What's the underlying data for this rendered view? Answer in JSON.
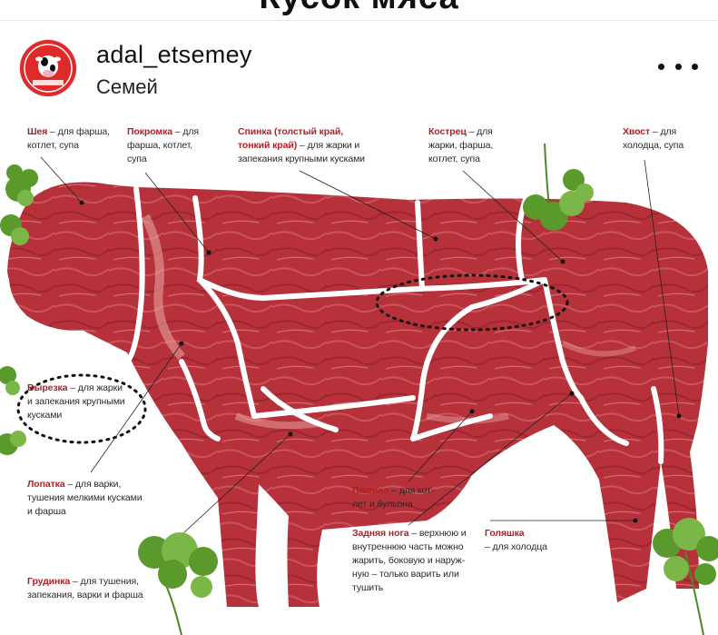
{
  "top_bar": {
    "cut_text": "Кусок мяса"
  },
  "post": {
    "username": "adal_etsemey",
    "location": "Семей",
    "avatar_icon": "cow-logo-icon",
    "more_icon": "more-dots-icon"
  },
  "diagram": {
    "colors": {
      "meat": "#b6313a",
      "meat_dark": "#8e1f28",
      "fat": "#e9a9a8",
      "parsley": "#5a9a2c",
      "label_red": "#b22025"
    },
    "labels": {
      "neck": {
        "name": "Шея",
        "sep": " – ",
        "line1": "для фарша,",
        "line2": "котлет, супа"
      },
      "edge": {
        "name": "Покромка",
        "sep": " – ",
        "line1": "для",
        "line2": "фарша, котлет,",
        "line3": "супа"
      },
      "loin": {
        "name": "Спинка (толстый край,",
        "name2": "тонкий край)",
        "sep": " – ",
        "line1": "для жарки и",
        "line2": "запекания крупными кусками"
      },
      "rump": {
        "name": "Кострец",
        "sep": " – ",
        "line1": "для",
        "line2": "жарки, фарша,",
        "line3": "котлет, супа"
      },
      "tail": {
        "name": "Хвост",
        "sep": " – ",
        "line1": "для",
        "line2": "холодца, супа"
      },
      "tenderloin": {
        "name": "Вырезка",
        "sep": " – ",
        "line1": "для жарки",
        "line2": "и запекания крупными",
        "line3": "кусками"
      },
      "shoulder": {
        "name": "Лопатка",
        "sep": " – ",
        "line1": "для варки,",
        "line2": "тушения мелкими кусками",
        "line3": "и фарша"
      },
      "flank": {
        "name": "Пашина",
        "sep": " – ",
        "line1": "для кот-",
        "line2": "лет и бульона"
      },
      "hind_leg": {
        "name": "Задняя нога",
        "sep": " – ",
        "line1": "верхнюю и",
        "line2": "внутреннюю часть можно",
        "line3": "жарить, боковую и наруж-",
        "line4": "ную – только варить или",
        "line5": "тушить"
      },
      "shank": {
        "name": "Голяшка",
        "sep": "",
        "line1": "– для холодца"
      },
      "brisket": {
        "name": "Грудинка",
        "sep": " – ",
        "line1": "для тушения,",
        "line2": "запекания, варки и фарша"
      }
    }
  }
}
